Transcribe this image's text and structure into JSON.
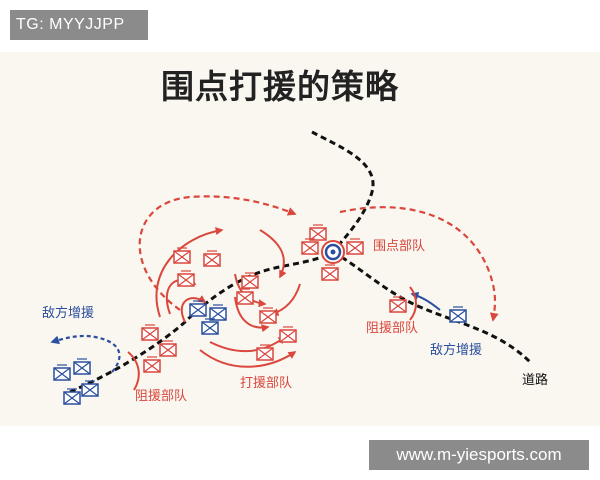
{
  "watermark_top": "TG: MYYJJPP",
  "watermark_bottom": "www.m-yiesports.com",
  "diagram": {
    "title": "围点打援的策略",
    "labels": {
      "encircle_unit": "围点部队",
      "block_unit_right": "阻援部队",
      "enemy_reinforce_left": "敌方增援",
      "enemy_reinforce_right": "敌方增援",
      "block_unit_left": "阻援部队",
      "strike_unit": "打援部队",
      "road": "道路"
    },
    "colors": {
      "friendly": "#d9473d",
      "enemy": "#2b4f9e",
      "road": "#111111"
    },
    "icons": {
      "friendly_unit": "red-unit-icon",
      "enemy_unit": "blue-unit-icon",
      "target": "target-icon"
    }
  }
}
